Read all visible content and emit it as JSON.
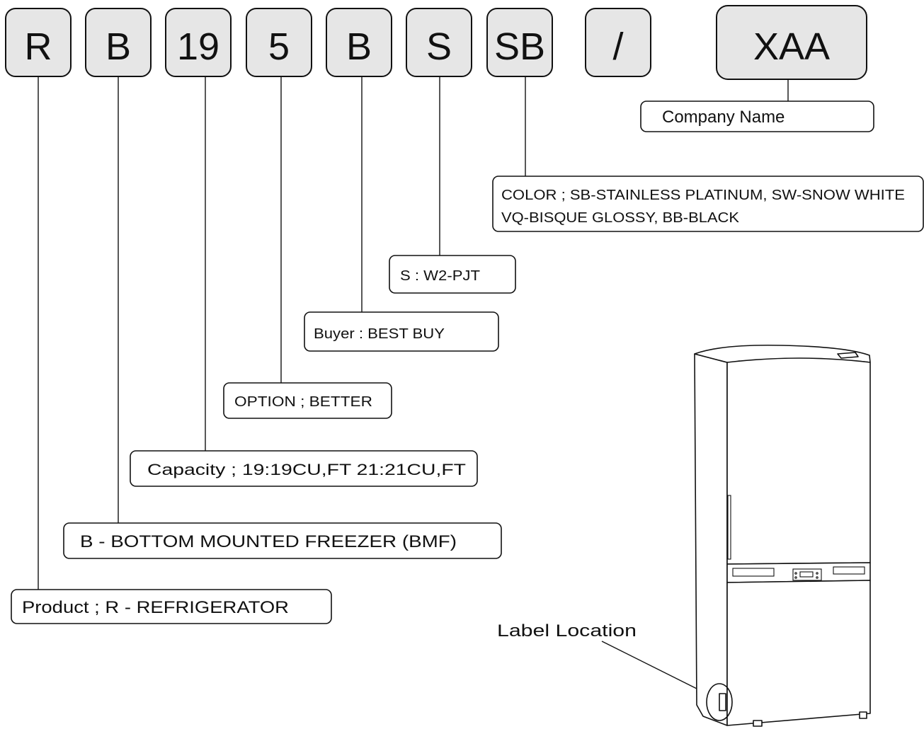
{
  "model_code": {
    "segments": [
      "R",
      "B",
      "19",
      "5",
      "B",
      "S",
      "SB",
      "/",
      "XAA"
    ]
  },
  "descriptions": {
    "company": "Company Name",
    "color_line1": "COLOR ; SB-STAINLESS  PLATINUM, SW-SNOW WHITE",
    "color_line2": "VQ-BISQUE GLOSSY, BB-BLACK",
    "s_code": "S : W2-PJT",
    "buyer": "Buyer : BEST BUY",
    "option": "OPTION ;  BETTER",
    "capacity": "Capacity ; 19:19CU,FT  21:21CU,FT",
    "freezer": "B - BOTTOM MOUNTED FREEZER (BMF)",
    "product": "Product ; R - REFRIGERATOR"
  },
  "label_location": "Label Location"
}
